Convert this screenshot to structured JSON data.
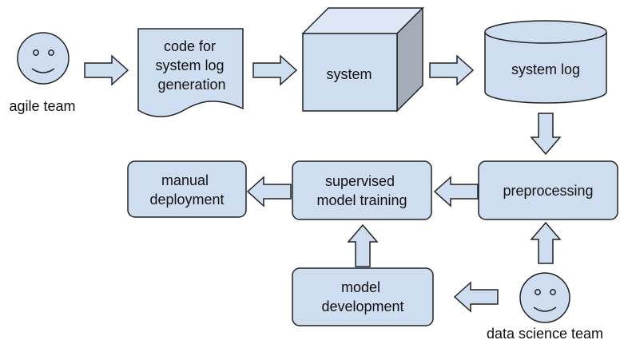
{
  "actors": {
    "agile_team": "agile team",
    "data_science_team": "data science team"
  },
  "nodes": {
    "code_generation": [
      "code for",
      "system log",
      "generation"
    ],
    "system": "system",
    "system_log": "system log",
    "preprocessing": "preprocessing",
    "supervised_training": [
      "supervised",
      "model training"
    ],
    "manual_deployment": [
      "manual",
      "deployment"
    ],
    "model_development": [
      "model",
      "development"
    ]
  },
  "colors": {
    "fill": "#cfddf0",
    "cube_top": "#dde7f5",
    "cube_side": "#a3acb7",
    "stroke": "#222222",
    "background": "#ffffff"
  }
}
